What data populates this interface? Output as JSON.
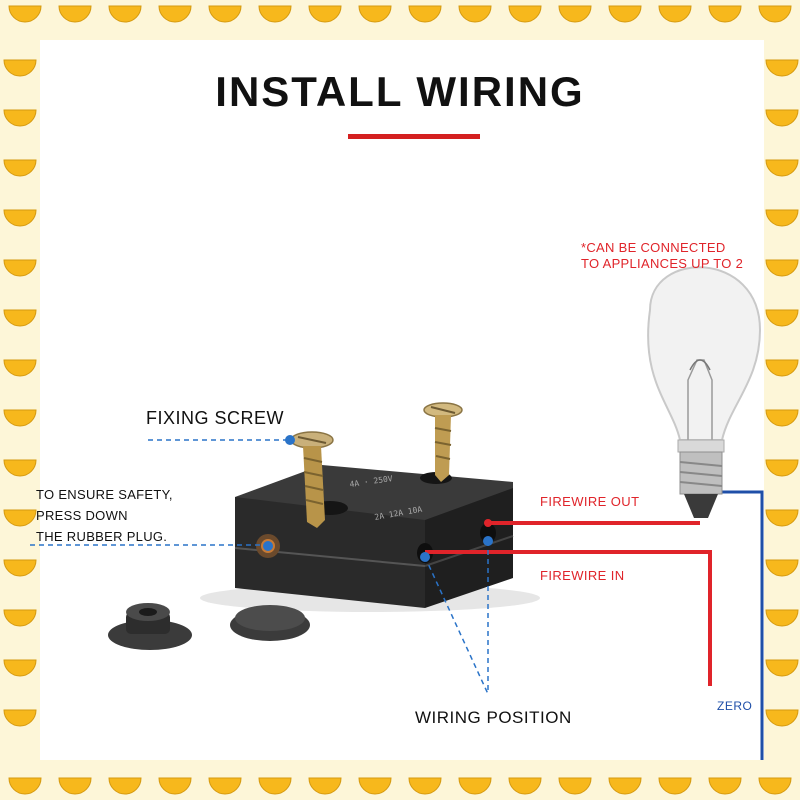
{
  "title": "INSTALL WIRING",
  "labels": {
    "fixing_screw": "FIXING SCREW",
    "safety_lines": [
      "TO ENSURE SAFETY,",
      "PRESS DOWN",
      "THE RUBBER PLUG."
    ],
    "wiring_position": "WIRING POSITION",
    "firewire_out": "FIREWIRE OUT",
    "firewire_in": "FIREWIRE IN",
    "note_lines": [
      "*CAN BE CONNECTED",
      "TO APPLIANCES UP TO 2"
    ],
    "zero": "ZERO"
  },
  "colors": {
    "accent_red": "#e0242a",
    "wire_blue": "#1f4fa8",
    "dot_blue": "#2a73c8",
    "box_dark": "#2d2d2d",
    "border_yellow": "#f7b81c"
  },
  "icons": [
    "semicircle-border-icon",
    "screw-icon",
    "junction-box-icon",
    "rubber-plug-icon",
    "light-bulb-icon"
  ]
}
